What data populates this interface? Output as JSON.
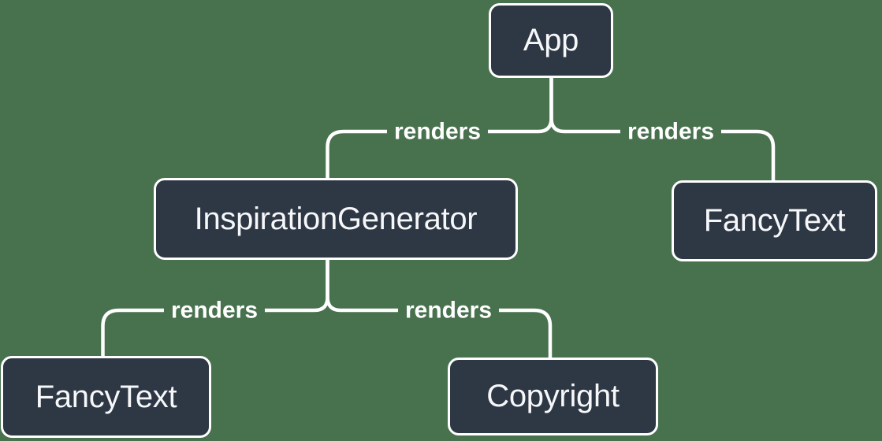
{
  "diagram": {
    "kind": "react-component-render-tree"
  },
  "colors": {
    "background": "#48714E",
    "node_fill": "#2E3744",
    "node_border": "#FFFFFF",
    "node_text": "#F6F7F9",
    "line": "#FFFFFF",
    "edge_label_text": "#FFFFFF"
  },
  "nodes": {
    "app": {
      "label": "App"
    },
    "inspiration_generator": {
      "label": "InspirationGenerator"
    },
    "fancy_text_top": {
      "label": "FancyText"
    },
    "fancy_text_bottom": {
      "label": "FancyText"
    },
    "copyright": {
      "label": "Copyright"
    }
  },
  "edges": [
    {
      "from": "App",
      "to": "InspirationGenerator",
      "label": "renders"
    },
    {
      "from": "App",
      "to": "FancyText",
      "label": "renders"
    },
    {
      "from": "InspirationGenerator",
      "to": "FancyText",
      "label": "renders"
    },
    {
      "from": "InspirationGenerator",
      "to": "Copyright",
      "label": "renders"
    }
  ]
}
